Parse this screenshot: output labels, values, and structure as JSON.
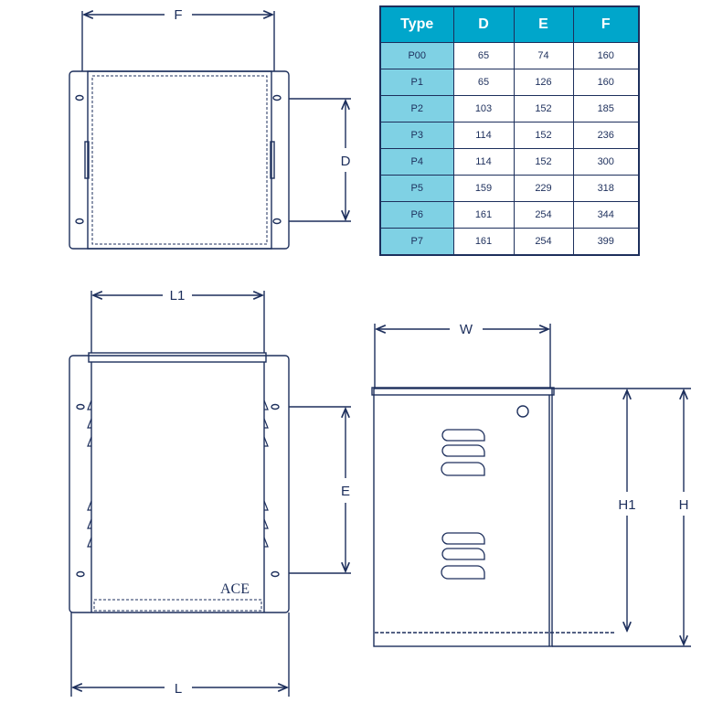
{
  "labels": {
    "F": "F",
    "D": "D",
    "L1": "L1",
    "E": "E",
    "L": "L",
    "W": "W",
    "H1": "H1",
    "H": "H",
    "brand": "ACE"
  },
  "table": {
    "headers": [
      "Type",
      "D",
      "E",
      "F"
    ],
    "rows": [
      [
        "P00",
        "65",
        "74",
        "160"
      ],
      [
        "P1",
        "65",
        "126",
        "160"
      ],
      [
        "P2",
        "103",
        "152",
        "185"
      ],
      [
        "P3",
        "114",
        "152",
        "236"
      ],
      [
        "P4",
        "114",
        "152",
        "300"
      ],
      [
        "P5",
        "159",
        "229",
        "318"
      ],
      [
        "P6",
        "161",
        "254",
        "344"
      ],
      [
        "P7",
        "161",
        "254",
        "399"
      ]
    ]
  },
  "colors": {
    "line": "#1d2f5c",
    "header": "#00a6cb",
    "type_col": "#7fd1e4"
  }
}
